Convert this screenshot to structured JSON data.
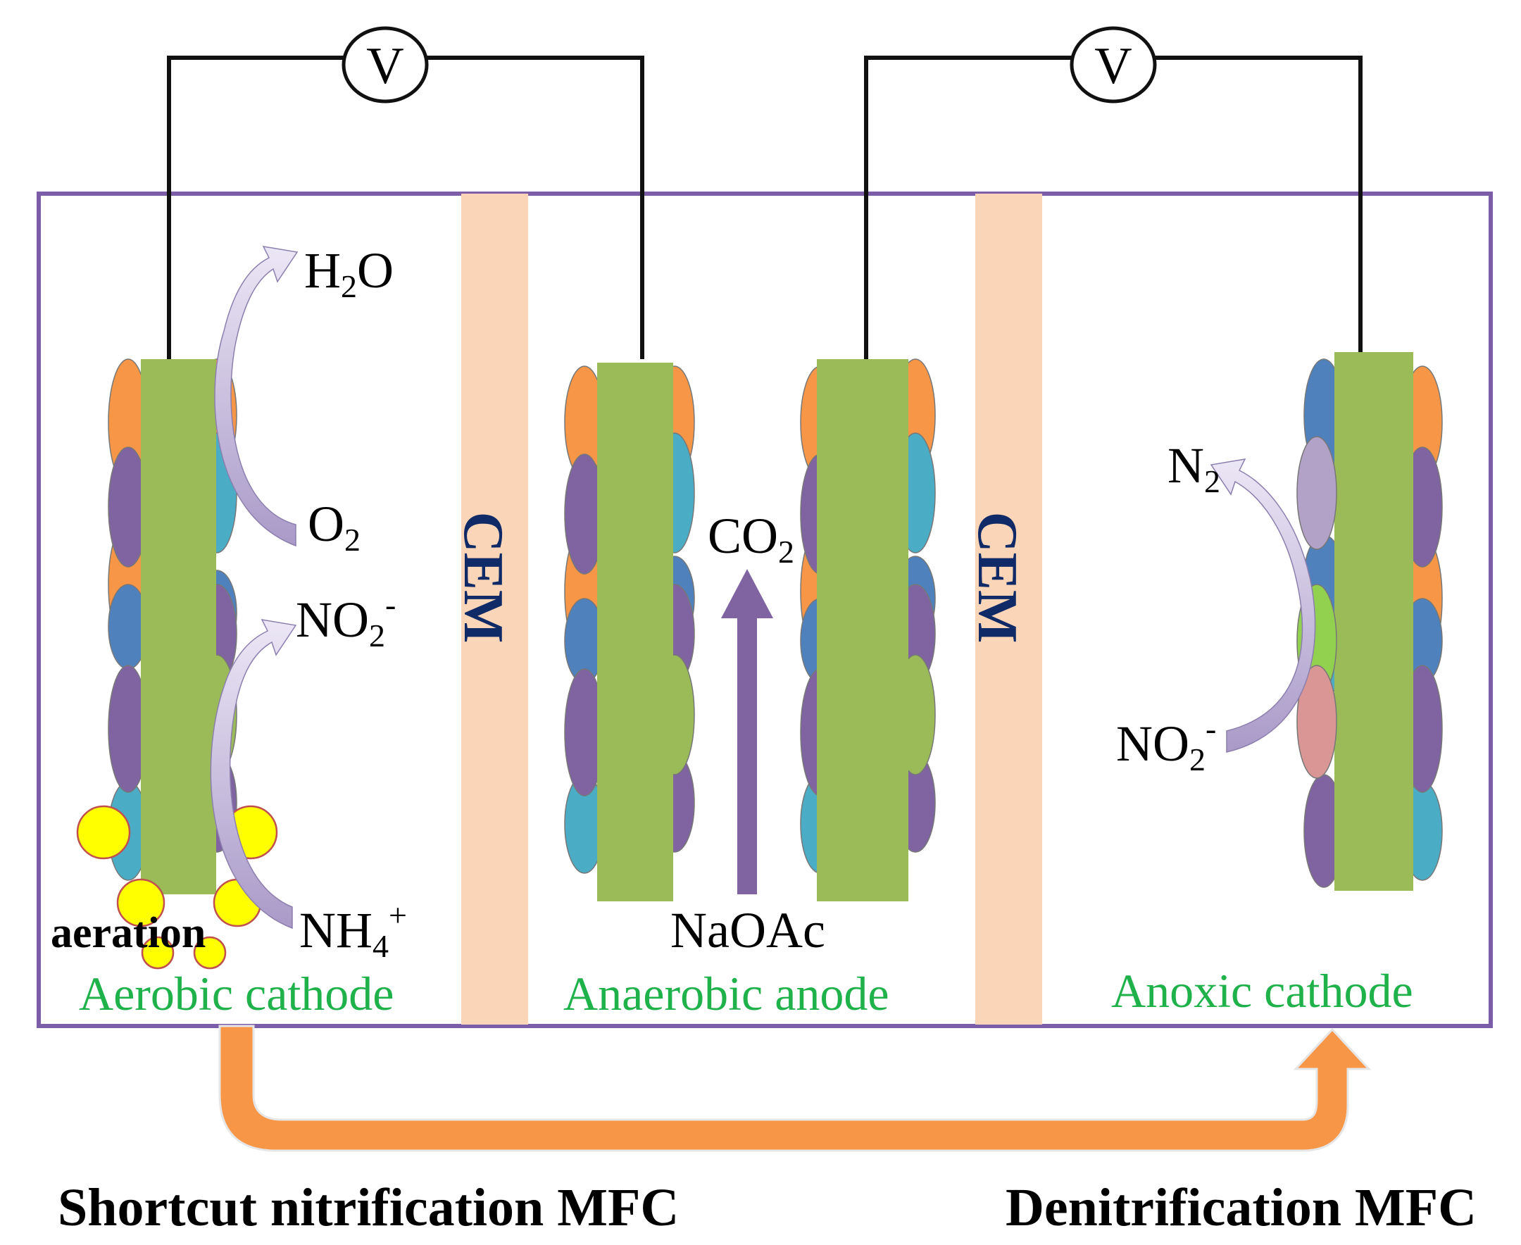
{
  "voltmeters": [
    {
      "symbol": "V"
    },
    {
      "symbol": "V"
    }
  ],
  "membranes": [
    {
      "label": "CEM"
    },
    {
      "label": "CEM"
    }
  ],
  "species": {
    "h2o": {
      "main": "H",
      "sub": "2",
      "tail": "O"
    },
    "o2": {
      "main": "O",
      "sub": "2"
    },
    "no2_left": {
      "main": "NO",
      "sub": "2",
      "sup": "-"
    },
    "nh4": {
      "main": "NH",
      "sub": "4",
      "sup": "+"
    },
    "co2": {
      "main": "CO",
      "sub": "2"
    },
    "naoac": {
      "main": "NaOAc"
    },
    "n2": {
      "main": "N",
      "sub": "2"
    },
    "no2_right": {
      "main": "NO",
      "sub": "2",
      "sup": "-"
    }
  },
  "labels": {
    "aeration": "aeration",
    "aerobic_cathode": "Aerobic cathode",
    "anaerobic_anode": "Anaerobic anode",
    "anoxic_cathode": "Anoxic cathode",
    "shortcut_mfc": "Shortcut nitrification MFC",
    "denitrification_mfc": "Denitrification MFC"
  },
  "colors": {
    "box_border": "#7b5ea7",
    "wire": "#111111",
    "cem_fill": "#fbd5b8",
    "cem_text": "#0f2a66",
    "electrode": "#9bbb59",
    "orange": "#f79646",
    "purple": "#8064a2",
    "teal": "#4bacc6",
    "blue": "#4f81bd",
    "lavender": "#b3a2c7",
    "lime": "#92d050",
    "pink": "#d99694",
    "bubble": "#ffff00",
    "flow_arrow": "#f79646",
    "upward_arrow": "#8064a2",
    "reaction_arrow": "#c9bfe0",
    "label_green": "#1fb24a"
  }
}
